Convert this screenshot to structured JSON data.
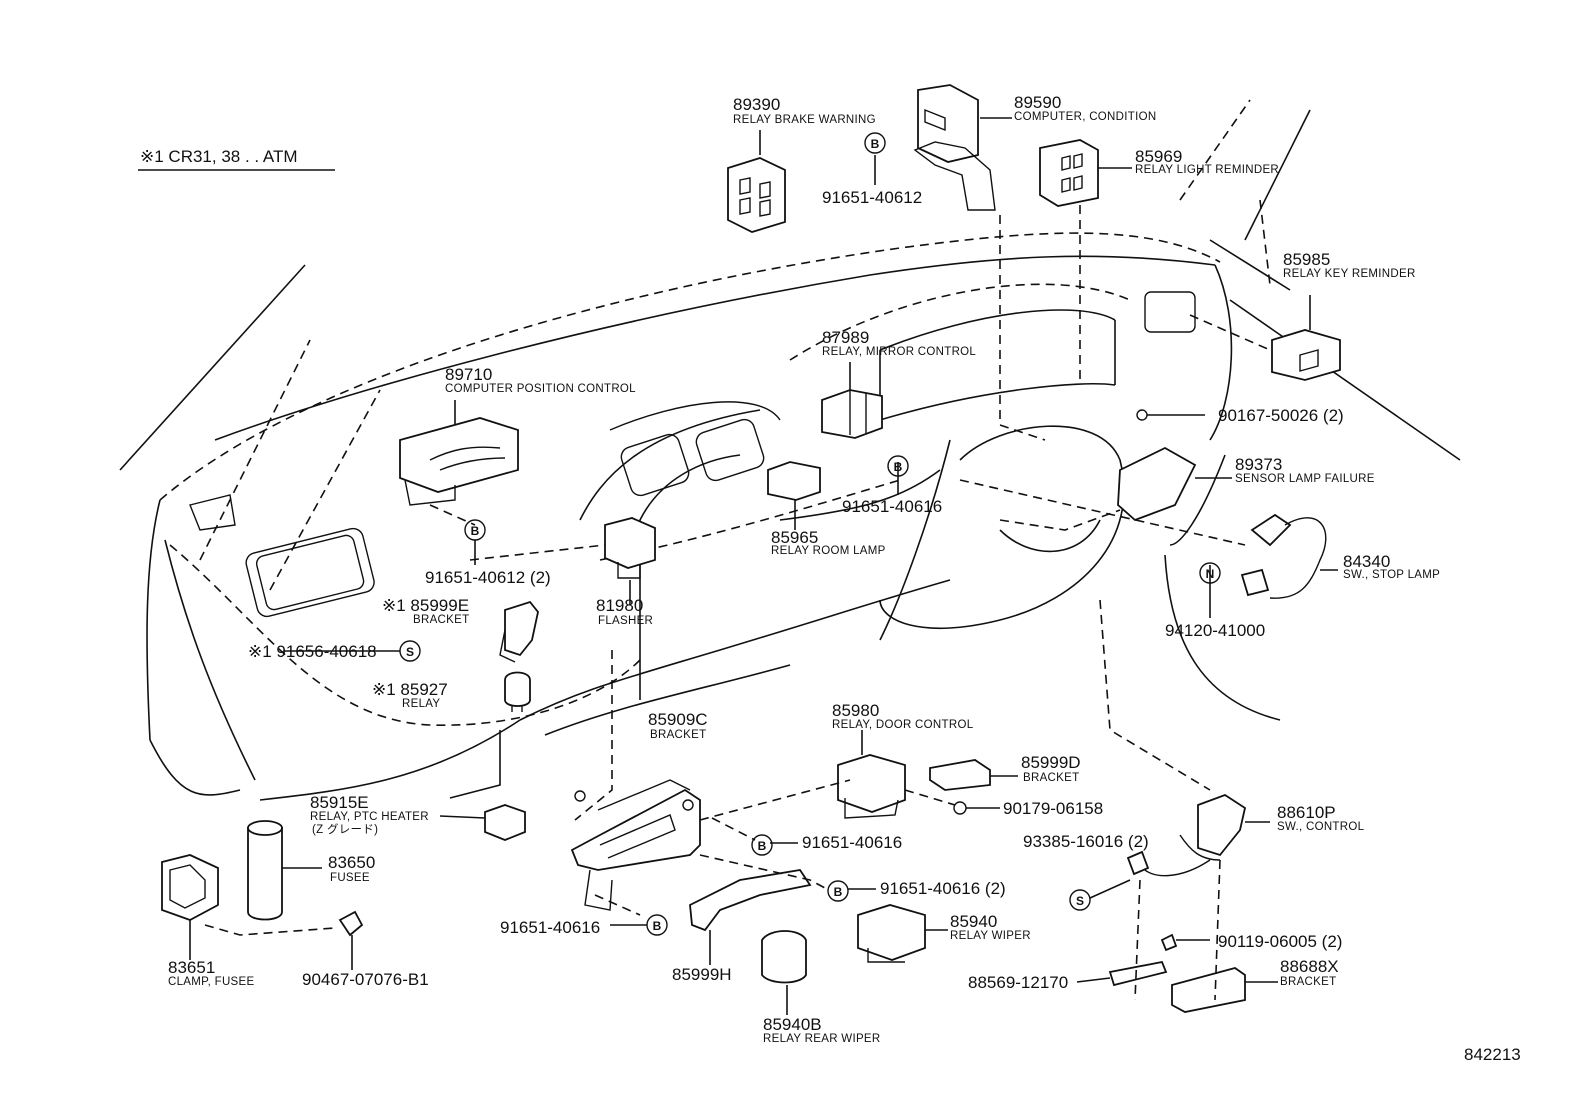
{
  "header": {
    "applicability": "※1 CR31, 38 . . ATM"
  },
  "figure_number": "842213",
  "parts": [
    {
      "id": "p89390",
      "number": "89390",
      "name": "RELAY BRAKE WARNING"
    },
    {
      "id": "p89590",
      "number": "89590",
      "name": "COMPUTER, CONDITION"
    },
    {
      "id": "p85969",
      "number": "85969",
      "name": "RELAY LIGHT REMINDER"
    },
    {
      "id": "p85985",
      "number": "85985",
      "name": "RELAY KEY REMINDER"
    },
    {
      "id": "p87989",
      "number": "87989",
      "name": "RELAY, MIRROR CONTROL"
    },
    {
      "id": "p89710",
      "number": "89710",
      "name": "COMPUTER POSITION CONTROL"
    },
    {
      "id": "p89373",
      "number": "89373",
      "name": "SENSOR LAMP FAILURE"
    },
    {
      "id": "p84340",
      "number": "84340",
      "name": "SW., STOP LAMP"
    },
    {
      "id": "p85965",
      "number": "85965",
      "name": "RELAY ROOM LAMP"
    },
    {
      "id": "p81980",
      "number": "81980",
      "name": "FLASHER"
    },
    {
      "id": "p85999E",
      "number": "※1 85999E",
      "name": "BRACKET"
    },
    {
      "id": "p85927",
      "number": "※1 85927",
      "name": "RELAY"
    },
    {
      "id": "p85909C",
      "number": "85909C",
      "name": "BRACKET"
    },
    {
      "id": "p85980",
      "number": "85980",
      "name": "RELAY, DOOR CONTROL"
    },
    {
      "id": "p85999D",
      "number": "85999D",
      "name": "BRACKET"
    },
    {
      "id": "p85915E",
      "number": "85915E",
      "name": "RELAY, PTC HEATER",
      "name2": "(Z グレード)"
    },
    {
      "id": "p83650",
      "number": "83650",
      "name": "FUSEE"
    },
    {
      "id": "p83651",
      "number": "83651",
      "name": "CLAMP, FUSEE"
    },
    {
      "id": "p88610P",
      "number": "88610P",
      "name": "SW., CONTROL"
    },
    {
      "id": "p85940",
      "number": "85940",
      "name": "RELAY WIPER"
    },
    {
      "id": "p85940B",
      "number": "85940B",
      "name": "RELAY REAR WIPER"
    },
    {
      "id": "p85999H",
      "number": "85999H",
      "name": ""
    },
    {
      "id": "p88688X",
      "number": "88688X",
      "name": "BRACKET"
    }
  ],
  "fasteners": [
    {
      "id": "f1",
      "text": "91651-40612"
    },
    {
      "id": "f2",
      "text": "90167-50026 (2)"
    },
    {
      "id": "f3",
      "text": "91651-40616"
    },
    {
      "id": "f4",
      "text": "91651-40612 (2)"
    },
    {
      "id": "f5",
      "text": "※1 91656-40618"
    },
    {
      "id": "f6",
      "text": "94120-41000"
    },
    {
      "id": "f7",
      "text": "90179-06158"
    },
    {
      "id": "f8",
      "text": "91651-40616"
    },
    {
      "id": "f9",
      "text": "93385-16016 (2)"
    },
    {
      "id": "f10",
      "text": "91651-40616 (2)"
    },
    {
      "id": "f11",
      "text": "91651-40616"
    },
    {
      "id": "f12",
      "text": "90467-07076-B1"
    },
    {
      "id": "f13",
      "text": "90119-06005 (2)"
    },
    {
      "id": "f14",
      "text": "88569-12170"
    }
  ],
  "symbols": {
    "B": "B",
    "S": "S",
    "N": "N"
  }
}
